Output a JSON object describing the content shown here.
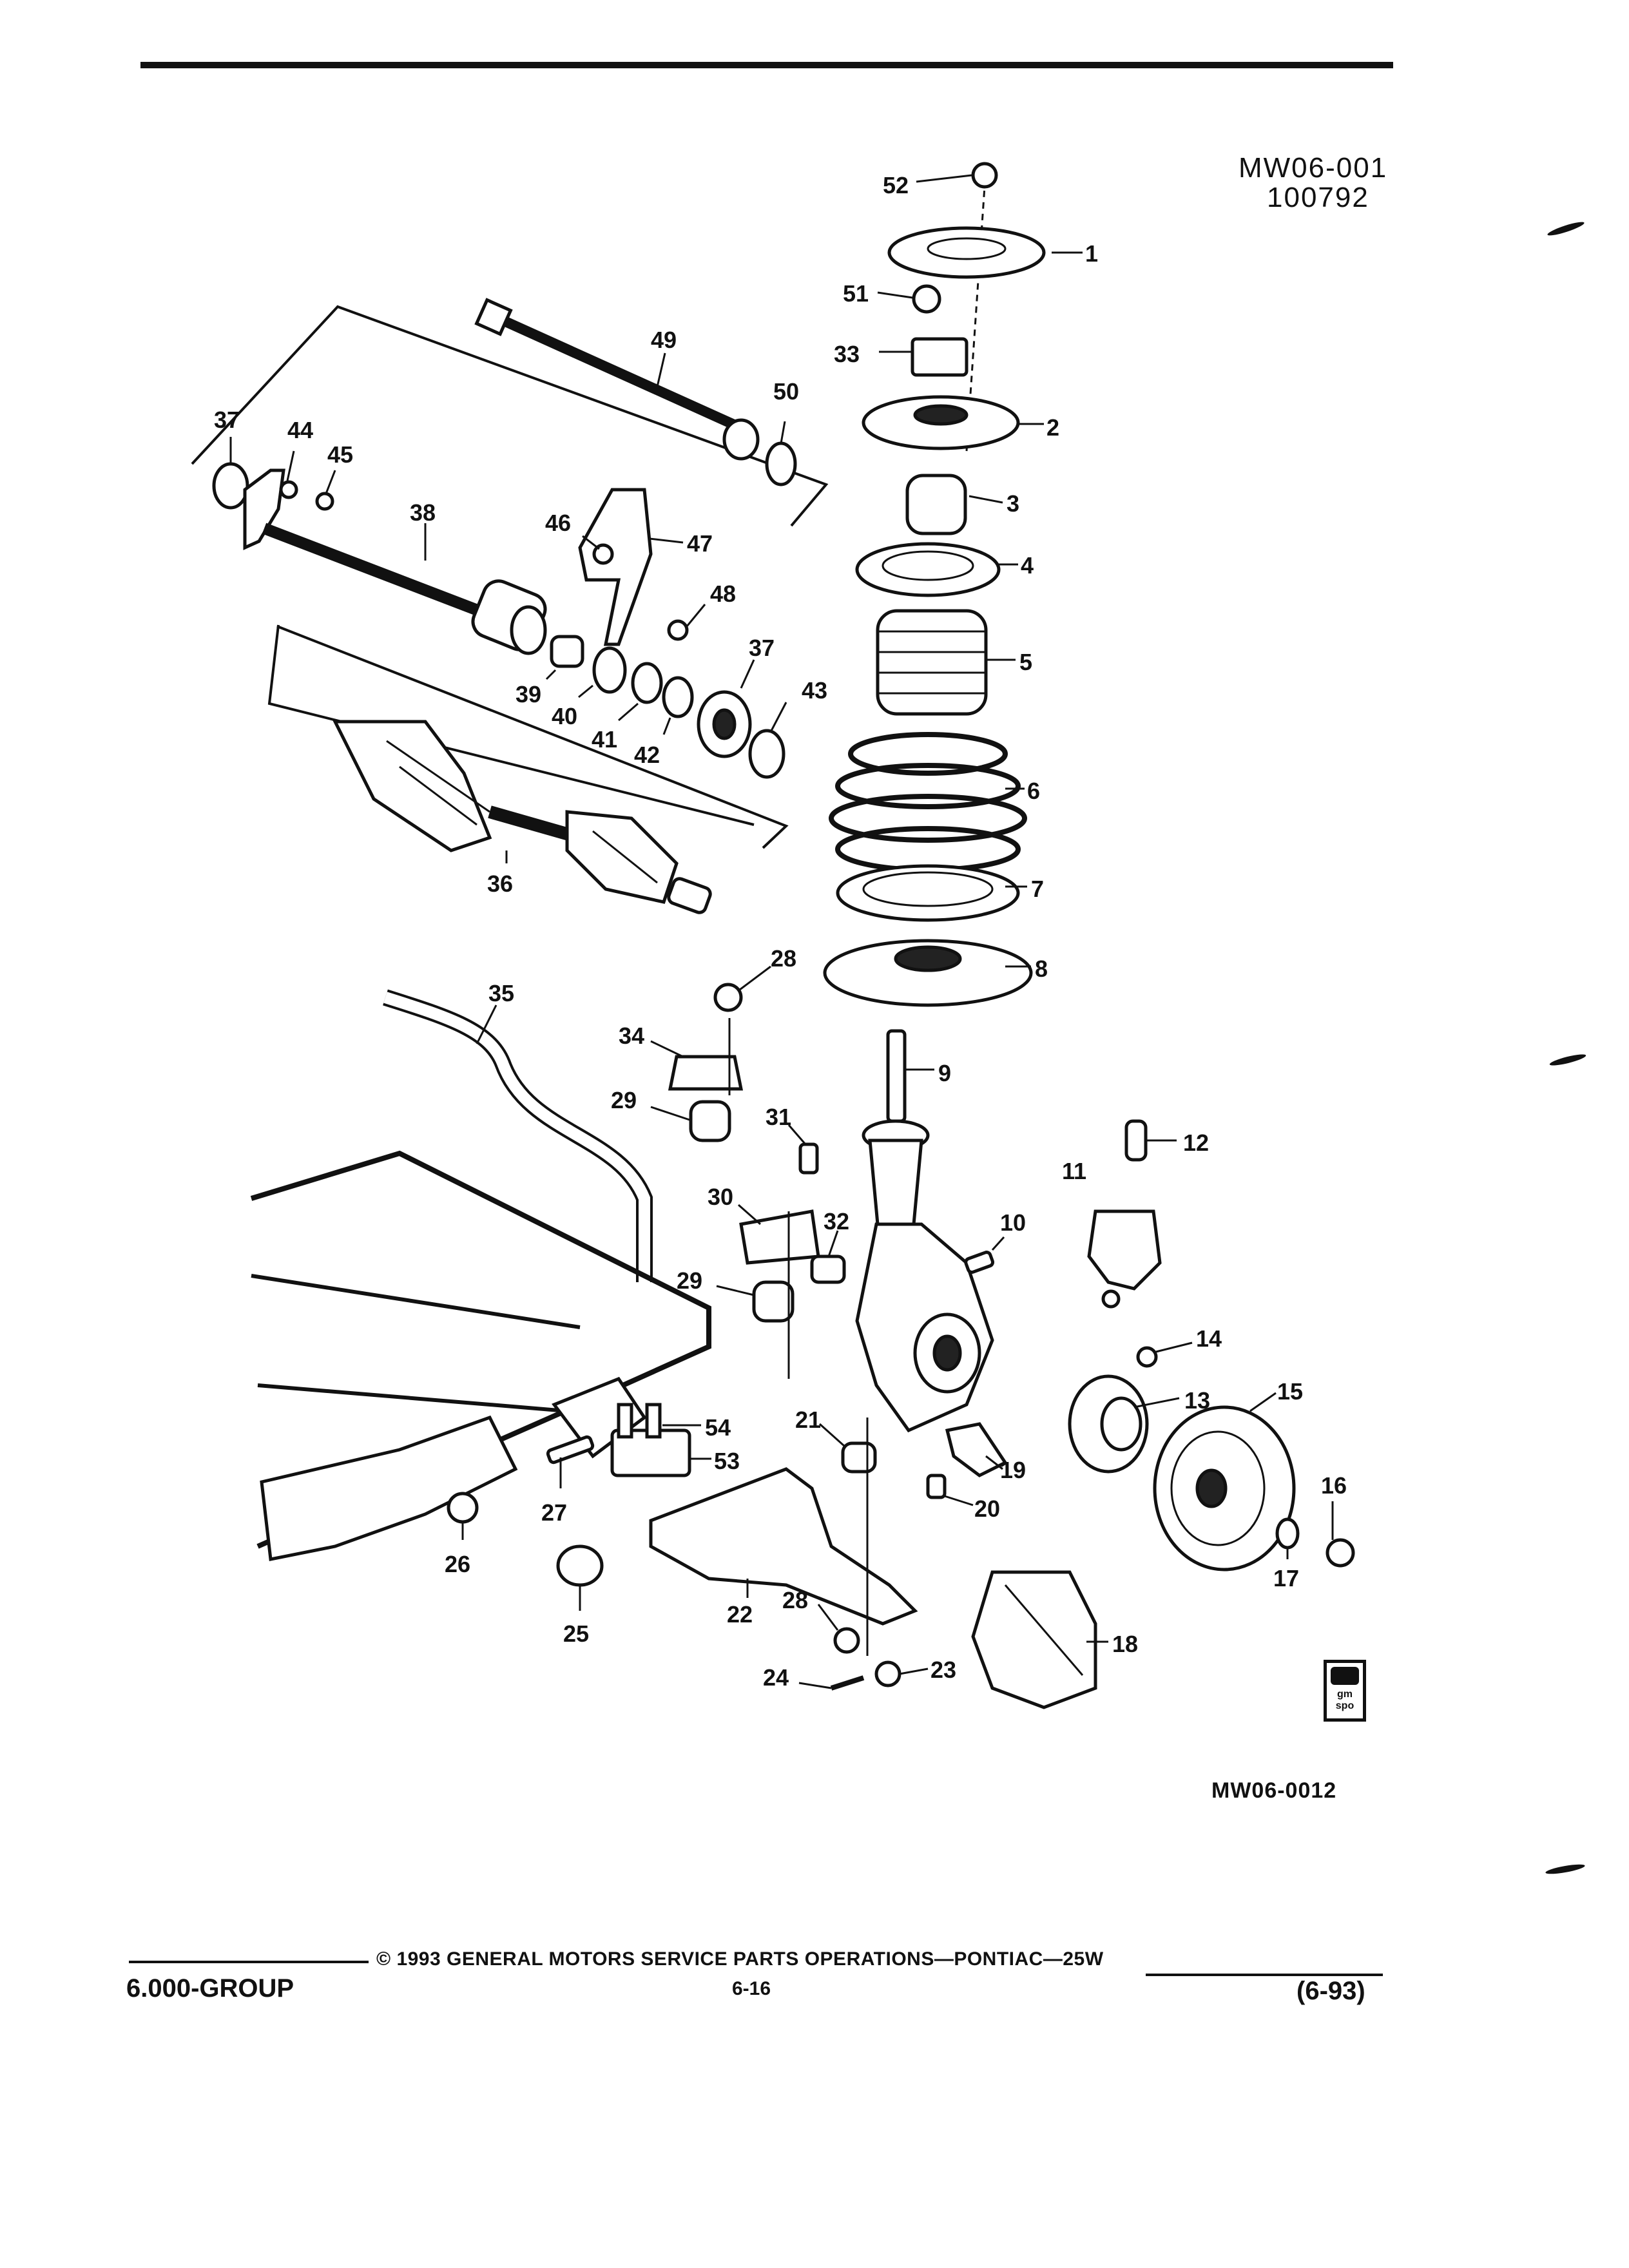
{
  "header": {
    "code_line1": "MW06-001",
    "code_line2": "100792"
  },
  "figure": {
    "code": "MW06-0012",
    "callouts": [
      "1",
      "2",
      "3",
      "4",
      "5",
      "6",
      "7",
      "8",
      "9",
      "10",
      "11",
      "12",
      "13",
      "14",
      "15",
      "16",
      "17",
      "18",
      "19",
      "20",
      "21",
      "22",
      "23",
      "24",
      "25",
      "26",
      "27",
      "28",
      "28",
      "29",
      "29",
      "30",
      "31",
      "32",
      "33",
      "34",
      "35",
      "36",
      "37",
      "37",
      "38",
      "39",
      "40",
      "41",
      "42",
      "43",
      "44",
      "45",
      "46",
      "47",
      "48",
      "49",
      "50",
      "51",
      "52",
      "53",
      "54"
    ]
  },
  "footer": {
    "copyright": "© 1993 GENERAL MOTORS SERVICE PARTS OPERATIONS—PONTIAC—25W",
    "group": "6.000-GROUP",
    "page": "6-16",
    "date": "(6-93)"
  },
  "logo": {
    "text": "gm spo"
  },
  "colors": {
    "ink": "#111111",
    "paper": "#ffffff"
  }
}
